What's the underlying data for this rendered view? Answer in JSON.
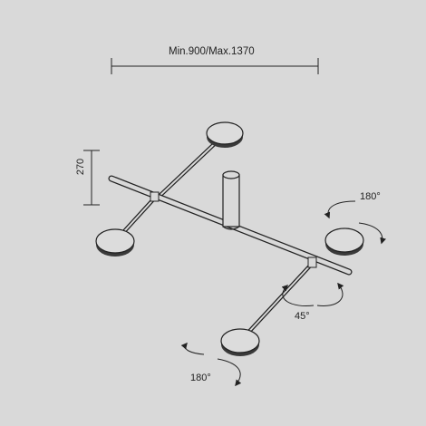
{
  "dimensions": {
    "width_label": "Min.900/Max.1370",
    "height_label": "270"
  },
  "angles": {
    "rotation_right": "180°",
    "tilt": "45°",
    "rotation_bottom": "180°"
  },
  "colors": {
    "background": "#d9d9d9",
    "line": "#222222",
    "disc_fill": "#dcdcdc",
    "disc_rim": "#3a3a3a"
  }
}
